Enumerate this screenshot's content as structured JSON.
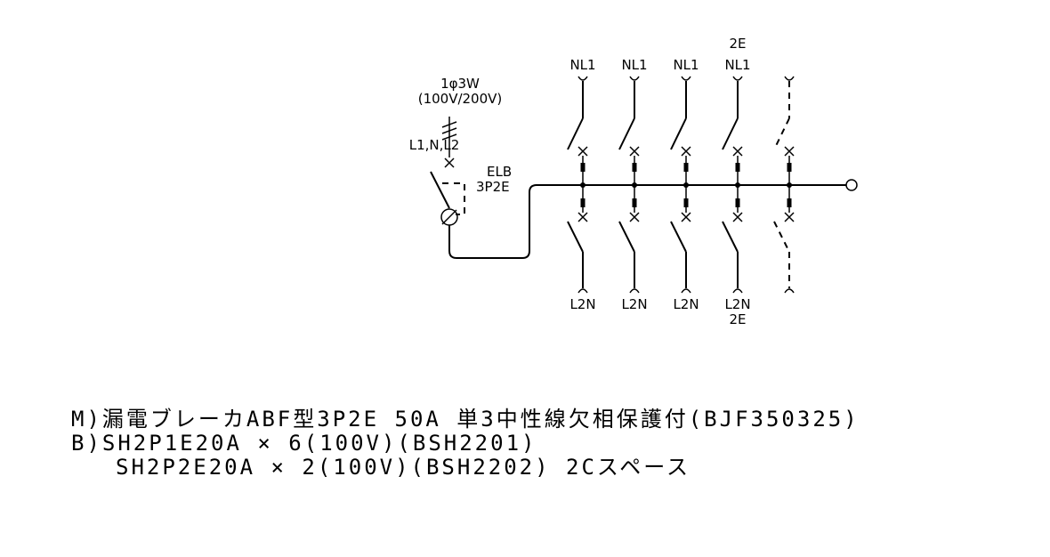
{
  "supply": {
    "system": "1φ3W",
    "voltage": "(100V/200V)",
    "conductors": "L1,N,L2"
  },
  "main_breaker": {
    "type": "ELB",
    "poles": "3P2E"
  },
  "branches": [
    {
      "top_label": "NL1",
      "top_sub": "",
      "bottom_label": "L2N",
      "bottom_sub": "",
      "spare": false
    },
    {
      "top_label": "NL1",
      "top_sub": "",
      "bottom_label": "L2N",
      "bottom_sub": "",
      "spare": false
    },
    {
      "top_label": "NL1",
      "top_sub": "",
      "bottom_label": "L2N",
      "bottom_sub": "",
      "spare": false
    },
    {
      "top_label": "NL1",
      "top_sub": "2E",
      "bottom_label": "L2N",
      "bottom_sub": "2E",
      "spare": false
    },
    {
      "top_label": "",
      "top_sub": "",
      "bottom_label": "",
      "bottom_sub": "",
      "spare": true
    }
  ],
  "notes": {
    "main": "M)漏電ブレーカABF型3P2E 50A 単3中性線欠相保護付(BJF350325)",
    "branch_1": "B)SH2P1E20A × 6(100V)(BSH2201)",
    "branch_2": "SH2P2E20A × 2(100V)(BSH2202) 2Cスペース"
  }
}
